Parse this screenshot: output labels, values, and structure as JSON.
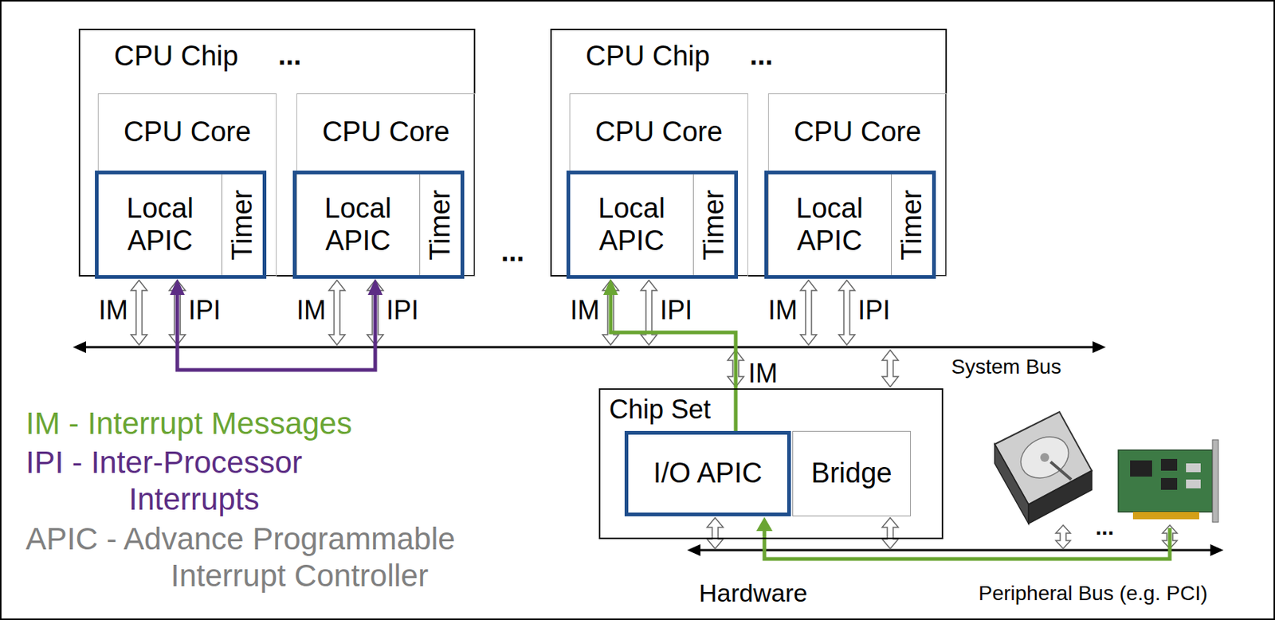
{
  "diagram": {
    "nodes": [
      {
        "text": [
          "CPU Chip"
        ]
      },
      {
        "text": [
          "CPU Core"
        ],
        "in": 0
      },
      {
        "text": [
          "Local APIC"
        ],
        "in": 1
      },
      {
        "text": [
          "Timer"
        ],
        "in": 2
      },
      {
        "text": [
          "CPU Core"
        ],
        "in": 0
      },
      {
        "text": [
          "Local APIC"
        ],
        "in": 4
      },
      {
        "text": [
          "Timer"
        ],
        "in": 5
      },
      {
        "text": [
          "CPU Chip"
        ]
      },
      {
        "text": [
          "CPU Core"
        ],
        "in": 7
      },
      {
        "text": [
          "Local APIC"
        ],
        "in": 8
      },
      {
        "text": [
          "Timer"
        ],
        "in": 9
      },
      {
        "text": [
          "CPU Core"
        ],
        "in": 7
      },
      {
        "text": [
          "Local APIC"
        ],
        "in": 11
      },
      {
        "text": [
          "Timer"
        ],
        "in": 12
      },
      {
        "text": [
          "Chip Set"
        ]
      },
      {
        "text": [
          "I/O APIC"
        ],
        "in": 14
      },
      {
        "text": [
          "Bridge"
        ],
        "in": 14
      }
    ],
    "edges": [
      {
        "from": 2,
        "to": 5,
        "arrow": "both"
      },
      {
        "from": 15,
        "to": 9,
        "arrow": "to"
      }
    ],
    "labels": [
      "...",
      "...",
      "...",
      "IM",
      "IPI",
      "IM",
      "IPI",
      "IM",
      "IPI",
      "IM",
      "IPI",
      "IM",
      "System Bus",
      "...",
      "Peripheral Bus (e.g. PCI)",
      "Hardware"
    ],
    "legend": [
      {
        "text": "IM - Interrupt Messages",
        "color": "#6aa533"
      },
      {
        "text": "IPI - Inter-Processor Interrupts",
        "color": "#5c2d84"
      },
      {
        "text": "APIC - Advance Programmable Interrupt Controller",
        "color": "#808080"
      }
    ]
  }
}
